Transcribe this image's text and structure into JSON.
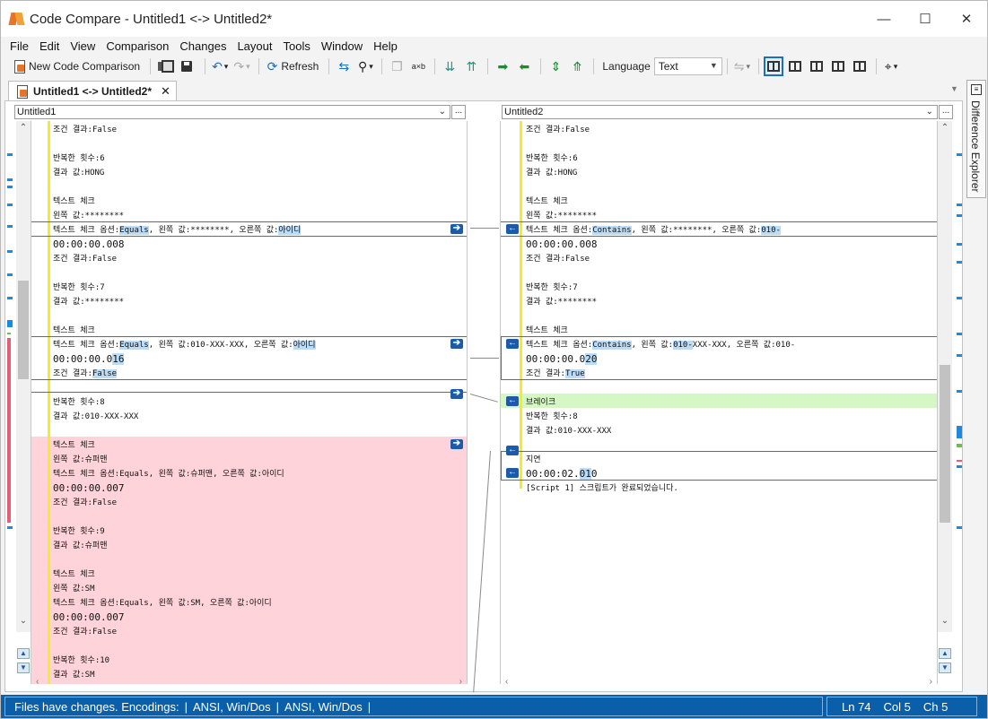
{
  "window": {
    "title": "Code Compare - Untitled1 <-> Untitled2*",
    "minimize_glyph": "—",
    "maximize_glyph": "☐",
    "close_glyph": "✕"
  },
  "menu": [
    {
      "label": "File",
      "key": "F",
      "rest": "ile"
    },
    {
      "label": "Edit",
      "key": "E",
      "rest": "dit"
    },
    {
      "label": "View",
      "key": "V",
      "rest": "iew"
    },
    {
      "label": "Comparison",
      "key": "C",
      "rest": "omparison"
    },
    {
      "label": "Changes",
      "key": "h",
      "pre": "C",
      "rest": "anges"
    },
    {
      "label": "Layout",
      "key": "L",
      "rest": "ayout"
    },
    {
      "label": "Tools",
      "key": "T",
      "rest": "ools"
    },
    {
      "label": "Window",
      "key": "W",
      "rest": "indow"
    },
    {
      "label": "Help",
      "key": "H",
      "rest": "elp"
    }
  ],
  "toolbar": {
    "new_comparison_label": "New Code Comparison",
    "refresh_label": "Refresh",
    "axb_label": "a×b",
    "language_label": "Language",
    "language_value": "Text"
  },
  "doc_tab": {
    "label": "Untitled1 <-> Untitled2*",
    "close": "✕"
  },
  "explorer": {
    "label": "Difference Explorer",
    "icon": "≡"
  },
  "left": {
    "file": "Untitled1",
    "lines": [
      "조건 결과:False",
      "",
      "반복한 횟수:6",
      "결과 값:HONG",
      "",
      "텍스트 체크",
      "왼쪽 값:********",
      "텍스트 체크 옵션:Equals, 왼쪽 값:********, 오른쪽 값:아이디",
      "00:00:00.008",
      "조건 결과:False",
      "",
      "반복한 횟수:7",
      "결과 값:********",
      "",
      "텍스트 체크",
      "텍스트 체크 옵션:Equals, 왼쪽 값:010-XXX-XXX, 오른쪽 값:아이디",
      "00:00:00.016",
      "조건 결과:False",
      "",
      "반복한 횟수:8",
      "결과 값:010-XXX-XXX",
      "",
      "텍스트 체크",
      "왼쪽 값:슈퍼맨",
      "텍스트 체크 옵션:Equals, 왼쪽 값:슈퍼맨, 오른쪽 값:아이디",
      "00:00:00.007",
      "조건 결과:False",
      "",
      "반복한 횟수:9",
      "결과 값:슈퍼맨",
      "",
      "텍스트 체크",
      "왼쪽 값:SM",
      "텍스트 체크 옵션:Equals, 왼쪽 값:SM, 오른쪽 값:아이디",
      "00:00:00.007",
      "조건 결과:False",
      "",
      "반복한 횟수:10",
      "결과 값:SM"
    ]
  },
  "right": {
    "file": "Untitled2",
    "lines": [
      "조건 결과:False",
      "",
      "반복한 횟수:6",
      "결과 값:HONG",
      "",
      "텍스트 체크",
      "왼쪽 값:********",
      "텍스트 체크 옵션:Contains, 왼쪽 값:********, 오른쪽 값:010-",
      "00:00:00.008",
      "조건 결과:False",
      "",
      "반복한 횟수:7",
      "결과 값:********",
      "",
      "텍스트 체크",
      "텍스트 체크 옵션:Contains, 왼쪽 값:010-XXX-XXX, 오른쪽 값:010-",
      "00:00:00.020",
      "조건 결과:True",
      "",
      "브레이크",
      "반복한 횟수:8",
      "결과 값:010-XXX-XXX",
      "",
      "지연",
      "00:00:02.010",
      "[Script 1] 스크립트가 완료되었습니다."
    ]
  },
  "glyphs": {
    "arrow_right": "➔",
    "arrow_left": "←",
    "scroll_up": "⌃",
    "scroll_down": "⌄",
    "scroll_left": "‹",
    "scroll_right": "›",
    "more": "...",
    "dropdown": "⌄"
  },
  "status": {
    "message": "Files have changes. Encodings:",
    "enc_left": "ANSI, Win/Dos",
    "enc_right": "ANSI, Win/Dos",
    "sep": "|",
    "ln": "Ln 74",
    "col": "Col 5",
    "ch": "Ch 5"
  },
  "colors": {
    "accent": "#0a5fa8",
    "deleted_bg": "#ffd3d9",
    "inserted_bg": "#d4f7c4",
    "changed_hl": "#b9dcf8",
    "gutter": "#f3ec2a"
  }
}
